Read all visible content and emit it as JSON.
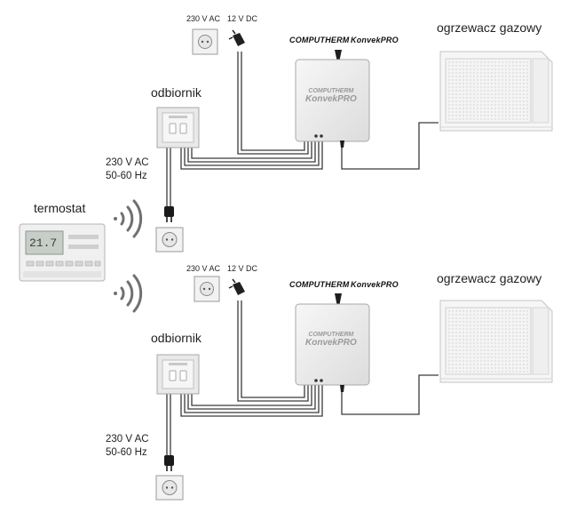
{
  "thermostat": {
    "label": "termostat",
    "display": "21.7"
  },
  "colors": {
    "line": "#3a3a3a",
    "device": "#efefef",
    "plate": "#e9e9e9",
    "wave": "#707070"
  },
  "systems": [
    {
      "receiver_label": "odbiornik",
      "mains_label_line1": "230 V AC",
      "mains_label_line2": "50-60 Hz",
      "adapter_ac": "230 V AC",
      "adapter_dc": "12 V DC",
      "brand_computherm": "COMPUTHERM",
      "brand_model": "KonvekPRO",
      "plate_brand_line1": "COMPUTHERM",
      "plate_brand_line2": "KonvekPRO",
      "heater_label": "ogrzewacz gazowy"
    },
    {
      "receiver_label": "odbiornik",
      "mains_label_line1": "230 V AC",
      "mains_label_line2": "50-60 Hz",
      "adapter_ac": "230 V AC",
      "adapter_dc": "12 V DC",
      "brand_computherm": "COMPUTHERM",
      "brand_model": "KonvekPRO",
      "plate_brand_line1": "COMPUTHERM",
      "plate_brand_line2": "KonvekPRO",
      "heater_label": "ogrzewacz gazowy"
    }
  ]
}
